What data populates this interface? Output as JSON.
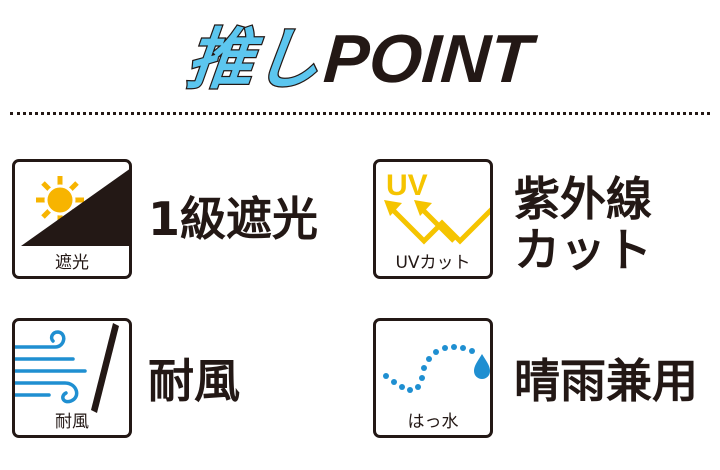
{
  "title": {
    "accent": "推し",
    "main": "POINT"
  },
  "colors": {
    "text": "#231815",
    "accent_blue": "#5cc6ef",
    "sun_yellow": "#f7b400",
    "uv_yellow": "#f5c400",
    "water_blue": "#1f8fd1"
  },
  "features": [
    {
      "label": "1級遮光",
      "badge": "遮光",
      "icon": "sun-shade-icon"
    },
    {
      "label": [
        "紫外線",
        "カット"
      ],
      "badge": "UVカット",
      "icon": "uv-arrows-icon",
      "icon_text": "UV"
    },
    {
      "label": "耐風",
      "badge": "耐風",
      "icon": "wind-icon"
    },
    {
      "label": "晴雨兼用",
      "badge": "はっ水",
      "icon": "water-drop-icon"
    }
  ]
}
